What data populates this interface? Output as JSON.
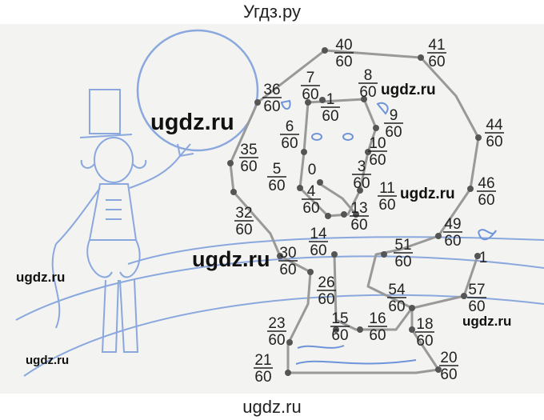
{
  "header": {
    "title": "Угдз.ру"
  },
  "footer": {
    "watermark": "ugdz.ru"
  },
  "watermarks": [
    "ugdz.ru",
    "ugdz.ru",
    "ugdz.ru",
    "ugdz.ru",
    "ugdz.ru",
    "ugdz.ru",
    "ugdz.ru"
  ],
  "fractions": [
    {
      "num": "40",
      "den": "60"
    },
    {
      "num": "41",
      "den": "60"
    },
    {
      "num": "36",
      "den": "60"
    },
    {
      "num": "7",
      "den": "60"
    },
    {
      "num": "8",
      "den": "60"
    },
    {
      "num": "1",
      "den": "60"
    },
    {
      "num": "9",
      "den": "60"
    },
    {
      "num": "6",
      "den": "60"
    },
    {
      "num": "44",
      "den": "60"
    },
    {
      "num": "10",
      "den": "60"
    },
    {
      "num": "35",
      "den": "60"
    },
    {
      "num": "5",
      "den": "60"
    },
    {
      "num": "3",
      "den": "60"
    },
    {
      "num": "46",
      "den": "60"
    },
    {
      "num": "11",
      "den": "60"
    },
    {
      "num": "4",
      "den": "60"
    },
    {
      "num": "13",
      "den": "60"
    },
    {
      "num": "32",
      "den": "60"
    },
    {
      "num": "49",
      "den": "60"
    },
    {
      "num": "14",
      "den": "60"
    },
    {
      "num": "51",
      "den": "60"
    },
    {
      "num": "30",
      "den": "60"
    },
    {
      "num": "26",
      "den": "60"
    },
    {
      "num": "54",
      "den": "60"
    },
    {
      "num": "57",
      "den": "60"
    },
    {
      "num": "23",
      "den": "60"
    },
    {
      "num": "15",
      "den": "60"
    },
    {
      "num": "16",
      "den": "60"
    },
    {
      "num": "18",
      "den": "60"
    },
    {
      "num": "21",
      "den": "60"
    },
    {
      "num": "20",
      "den": "60"
    }
  ],
  "labels": {
    "zero": "0",
    "one": "1"
  }
}
